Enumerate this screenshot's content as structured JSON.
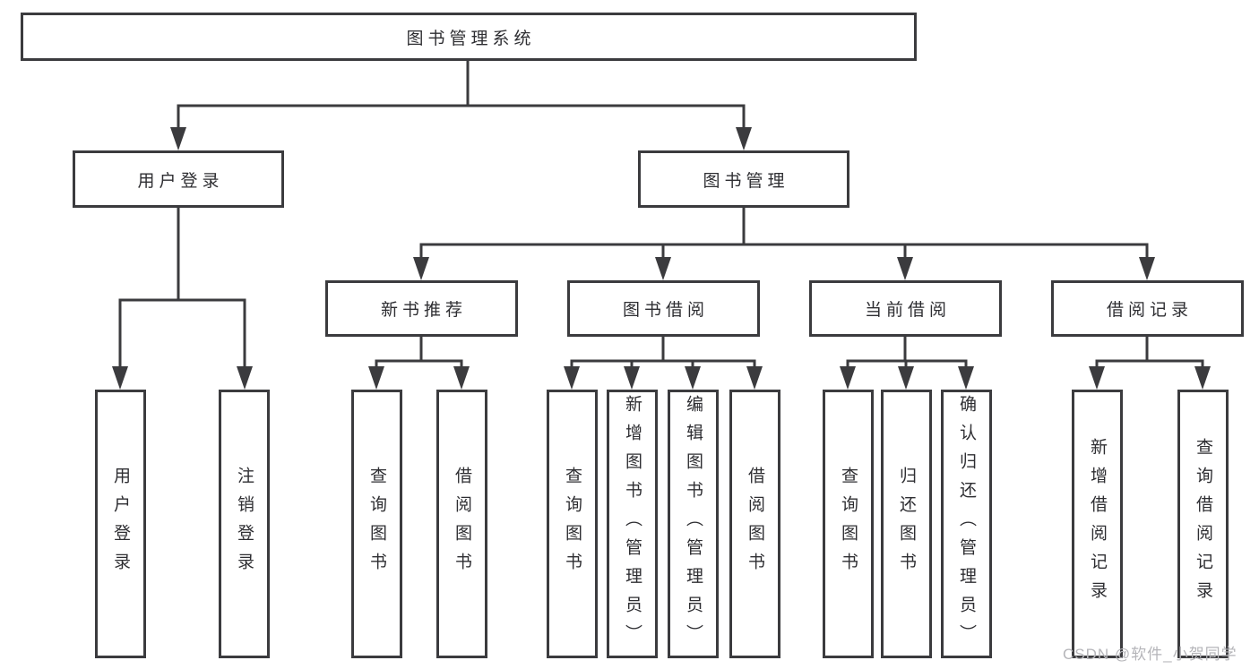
{
  "diagram": {
    "root": {
      "label": "图书管理系统"
    },
    "branches": [
      {
        "label": "用户登录"
      },
      {
        "label": "图书管理"
      }
    ],
    "modules": [
      {
        "label": "新书推荐"
      },
      {
        "label": "图书借阅"
      },
      {
        "label": "当前借阅"
      },
      {
        "label": "借阅记录"
      }
    ],
    "leaves": {
      "user_login": [
        {
          "label": "用户登录"
        },
        {
          "label": "注销登录"
        }
      ],
      "new_book_recommend": [
        {
          "label": "查询图书"
        },
        {
          "label": "借阅图书"
        }
      ],
      "book_borrowing": [
        {
          "label": "查询图书"
        },
        {
          "label": "新增图书（管理员）"
        },
        {
          "label": "编辑图书（管理员）"
        },
        {
          "label": "借阅图书"
        }
      ],
      "current_borrowing": [
        {
          "label": "查询图书"
        },
        {
          "label": "归还图书"
        },
        {
          "label": "确认归还（管理员）"
        }
      ],
      "borrowing_records": [
        {
          "label": "新增借阅记录"
        },
        {
          "label": "查询借阅记录"
        }
      ]
    }
  },
  "watermark": {
    "text": "CSDN @软件_小贺同学"
  },
  "colors": {
    "line": "#3b3b3e",
    "box_border": "#3b3b3e",
    "text": "#2e2e32",
    "watermark": "#b5b5b9",
    "background": "#ffffff"
  }
}
